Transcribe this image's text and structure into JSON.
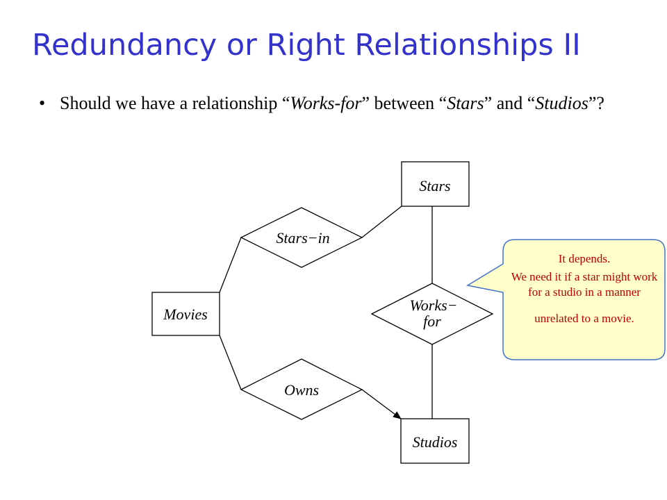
{
  "slide": {
    "title": "Redundancy or Right Relationships II",
    "bullet_symbol": "•",
    "bullet": {
      "t1": "Should we have a relationship “",
      "i1": "Works-for",
      "t2": "” between “",
      "i2": "Stars",
      "t3": "” and “",
      "i3": "Studios",
      "t4": "”?"
    }
  },
  "diagram": {
    "entities": {
      "stars": "Stars",
      "movies": "Movies",
      "studios": "Studios"
    },
    "relationships": {
      "stars_in": "Stars−in",
      "owns": "Owns",
      "works_for_line1": "Works−",
      "works_for_line2": "for"
    },
    "colors": {
      "callout_fill": "#ffffcc",
      "callout_border": "#4472c4",
      "callout_text": "#c00000",
      "title": "#3333cc"
    }
  },
  "callout": {
    "line1": "It depends.",
    "line2": "We need it if a star might work for a studio in a manner",
    "line3": "unrelated to a movie."
  }
}
